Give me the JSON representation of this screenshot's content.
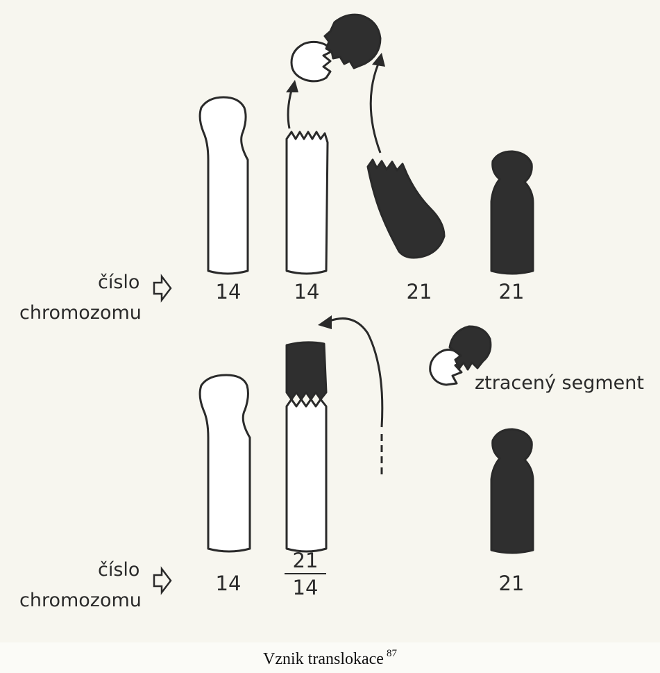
{
  "diagram": {
    "top_row": {
      "label_line1": "číslo",
      "label_line2": "chromozomu",
      "numbers": [
        "14",
        "14",
        "21",
        "21"
      ]
    },
    "bottom_row": {
      "label_line1": "číslo",
      "label_line2": "chromozomu",
      "numbers": [
        "14",
        "21",
        "14",
        "21"
      ]
    },
    "lost_segment_label": "ztracený segment",
    "caption": "Vznik translokace",
    "caption_footnote": "87"
  }
}
